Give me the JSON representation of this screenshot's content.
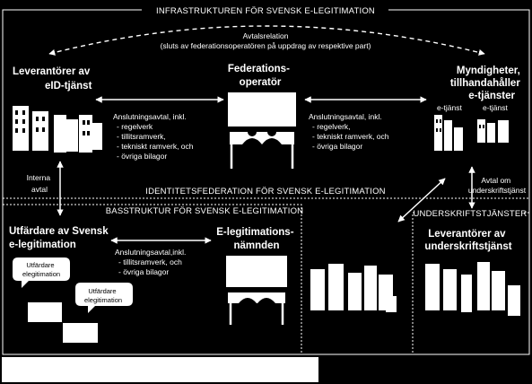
{
  "frame": {
    "top_title": "INFRASTRUKTUREN FÖR SVENSK E-LEGITIMATION",
    "federation_title": "IDENTITETSFEDERATION FÖR SVENSK E-LEGITIMATION",
    "bas_title": "BASSTRUKTUR FÖR SVENSK E-LEGITIMATION",
    "signature_title": "UNDERSKRIFTSTJÄNSTER"
  },
  "avtalsrelation": {
    "title": "Avtalsrelation",
    "subtitle": "(sluts av federationsoperatören på uppdrag av respektive part)"
  },
  "actors": {
    "eid_providers": [
      "Leverantörer av",
      "eID-tjänst"
    ],
    "federation_operator": [
      "Federations-",
      "operatör"
    ],
    "authorities": [
      "Myndigheter,",
      "tillhandahåller",
      "e-tjänster"
    ],
    "eid_issuer": [
      "Utfärdare av Svensk",
      "e-legitimation"
    ],
    "board": [
      "E-legitimations-",
      "nämnden"
    ],
    "signature_providers": [
      "Leverantörer av",
      "underskriftstjänst"
    ]
  },
  "labels": {
    "etjanst_1": "e-tjänst",
    "etjanst_2": "e-tjänst",
    "interna_avtal": [
      "Interna",
      "avtal"
    ],
    "avtal_underskrift": [
      "Avtal om",
      "underskriftstjänst"
    ]
  },
  "agreements": {
    "left": [
      "Anslutningsavtal, inkl.",
      "- regelverk",
      "- tillitsramverk,",
      "- tekniskt ramverk, och",
      "- övriga bilagor"
    ],
    "right": [
      "Anslutningsavtal, inkl.",
      "- regelverk,",
      "- tekniskt ramverk, och",
      "- övriga bilagor"
    ],
    "board": [
      "Anslutningsavtal,inkl.",
      "- tillitsramverk, och",
      "- övriga bilagor"
    ]
  },
  "bubbles": [
    [
      "Utfärdare",
      "elegitimation"
    ],
    [
      "Utfärdare",
      "elegitimation"
    ]
  ]
}
